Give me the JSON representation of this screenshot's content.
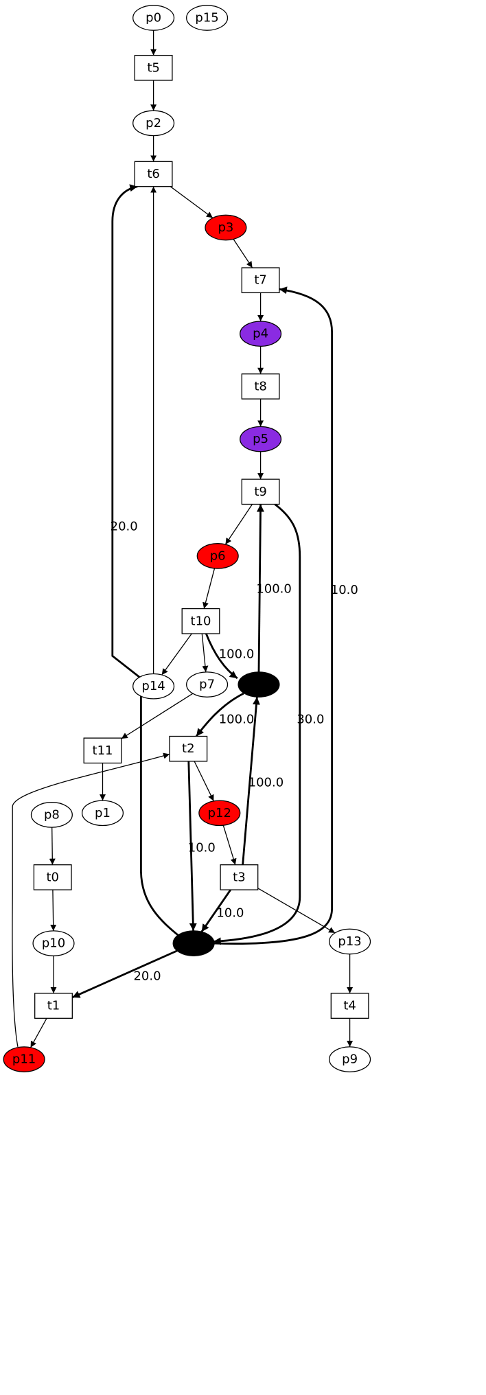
{
  "colors": {
    "red": "#ff0000",
    "purple": "#8a2be2",
    "black": "#000000",
    "white": "#ffffff"
  },
  "places": [
    {
      "id": "p0",
      "label": "p0",
      "fill": "white"
    },
    {
      "id": "p15",
      "label": "p15",
      "fill": "white"
    },
    {
      "id": "p2",
      "label": "p2",
      "fill": "white"
    },
    {
      "id": "p3",
      "label": "p3",
      "fill": "red"
    },
    {
      "id": "p4",
      "label": "p4",
      "fill": "purple"
    },
    {
      "id": "p5",
      "label": "p5",
      "fill": "purple"
    },
    {
      "id": "p6",
      "label": "p6",
      "fill": "red"
    },
    {
      "id": "p14",
      "label": "p14",
      "fill": "white"
    },
    {
      "id": "p7",
      "label": "p7",
      "fill": "white"
    },
    {
      "id": "hubA",
      "label": "",
      "fill": "black"
    },
    {
      "id": "p8",
      "label": "p8",
      "fill": "white"
    },
    {
      "id": "p1",
      "label": "p1",
      "fill": "white"
    },
    {
      "id": "p12",
      "label": "p12",
      "fill": "red"
    },
    {
      "id": "p10",
      "label": "p10",
      "fill": "white"
    },
    {
      "id": "hubB",
      "label": "",
      "fill": "black"
    },
    {
      "id": "p13",
      "label": "p13",
      "fill": "white"
    },
    {
      "id": "p11",
      "label": "p11",
      "fill": "red"
    },
    {
      "id": "p9",
      "label": "p9",
      "fill": "white"
    }
  ],
  "transitions": [
    {
      "id": "t5",
      "label": "t5"
    },
    {
      "id": "t6",
      "label": "t6"
    },
    {
      "id": "t7",
      "label": "t7"
    },
    {
      "id": "t8",
      "label": "t8"
    },
    {
      "id": "t9",
      "label": "t9"
    },
    {
      "id": "t10",
      "label": "t10"
    },
    {
      "id": "t11",
      "label": "t11"
    },
    {
      "id": "t2",
      "label": "t2"
    },
    {
      "id": "t0",
      "label": "t0"
    },
    {
      "id": "t3",
      "label": "t3"
    },
    {
      "id": "t1",
      "label": "t1"
    },
    {
      "id": "t4",
      "label": "t4"
    }
  ],
  "edges": [
    {
      "id": "e-p0-t5",
      "from": "p0",
      "to": "t5",
      "label": "",
      "bold": false
    },
    {
      "id": "e-t5-p2",
      "from": "t5",
      "to": "p2",
      "label": "",
      "bold": false
    },
    {
      "id": "e-p2-t6",
      "from": "p2",
      "to": "t6",
      "label": "",
      "bold": false
    },
    {
      "id": "e-t6-p3",
      "from": "t6",
      "to": "p3",
      "label": "",
      "bold": false
    },
    {
      "id": "e-p3-t7",
      "from": "p3",
      "to": "t7",
      "label": "",
      "bold": false
    },
    {
      "id": "e-t7-p4",
      "from": "t7",
      "to": "p4",
      "label": "",
      "bold": false
    },
    {
      "id": "e-p4-t8",
      "from": "p4",
      "to": "t8",
      "label": "",
      "bold": false
    },
    {
      "id": "e-t8-p5",
      "from": "t8",
      "to": "p5",
      "label": "",
      "bold": false
    },
    {
      "id": "e-p5-t9",
      "from": "p5",
      "to": "t9",
      "label": "",
      "bold": false
    },
    {
      "id": "e-t9-p6",
      "from": "t9",
      "to": "p6",
      "label": "",
      "bold": false
    },
    {
      "id": "e-p6-t10",
      "from": "p6",
      "to": "t10",
      "label": "",
      "bold": false
    },
    {
      "id": "e-t10-p14",
      "from": "t10",
      "to": "p14",
      "label": "",
      "bold": false
    },
    {
      "id": "e-t10-p7",
      "from": "t10",
      "to": "p7",
      "label": "",
      "bold": false
    },
    {
      "id": "e-t10-hubA",
      "from": "t10",
      "to": "hubA",
      "label": "100.0",
      "bold": true
    },
    {
      "id": "e-hubA-t9",
      "from": "hubA",
      "to": "t9",
      "label": "100.0",
      "bold": true
    },
    {
      "id": "e-p14-t6",
      "from": "p14",
      "to": "t6",
      "label": "",
      "bold": false
    },
    {
      "id": "e-p7-t11",
      "from": "p7",
      "to": "t11",
      "label": "",
      "bold": false
    },
    {
      "id": "e-t11-p1",
      "from": "t11",
      "to": "p1",
      "label": "",
      "bold": false
    },
    {
      "id": "e-hubA-t2",
      "from": "hubA",
      "to": "t2",
      "label": "100.0",
      "bold": true
    },
    {
      "id": "e-t2-p12",
      "from": "t2",
      "to": "p12",
      "label": "",
      "bold": false
    },
    {
      "id": "e-t2-hubB",
      "from": "t2",
      "to": "hubB",
      "label": "10.0",
      "bold": true
    },
    {
      "id": "e-p12-t3",
      "from": "p12",
      "to": "t3",
      "label": "",
      "bold": false
    },
    {
      "id": "e-t3-hubA",
      "from": "t3",
      "to": "hubA",
      "label": "100.0",
      "bold": true
    },
    {
      "id": "e-t3-hubB",
      "from": "t3",
      "to": "hubB",
      "label": "10.0",
      "bold": true
    },
    {
      "id": "e-t3-p13",
      "from": "t3",
      "to": "p13",
      "label": "",
      "bold": false
    },
    {
      "id": "e-t9-hubB",
      "from": "t9",
      "to": "hubB",
      "label": "30.0",
      "bold": true
    },
    {
      "id": "e-hubB-t6",
      "from": "hubB",
      "to": "t6",
      "label": "20.0",
      "bold": true
    },
    {
      "id": "e-hubB-t7",
      "from": "hubB",
      "to": "t7",
      "label": "10.0",
      "bold": true
    },
    {
      "id": "e-hubB-t1",
      "from": "hubB",
      "to": "t1",
      "label": "20.0",
      "bold": true
    },
    {
      "id": "e-p8-t0",
      "from": "p8",
      "to": "t0",
      "label": "",
      "bold": false
    },
    {
      "id": "e-t0-p10",
      "from": "t0",
      "to": "p10",
      "label": "",
      "bold": false
    },
    {
      "id": "e-p10-t1",
      "from": "p10",
      "to": "t1",
      "label": "",
      "bold": false
    },
    {
      "id": "e-t1-p11",
      "from": "t1",
      "to": "p11",
      "label": "",
      "bold": false
    },
    {
      "id": "e-p11-t2",
      "from": "p11",
      "to": "t2",
      "label": "",
      "bold": false
    },
    {
      "id": "e-p13-t4",
      "from": "p13",
      "to": "t4",
      "label": "",
      "bold": false
    },
    {
      "id": "e-t4-p9",
      "from": "t4",
      "to": "p9",
      "label": "",
      "bold": false
    }
  ]
}
